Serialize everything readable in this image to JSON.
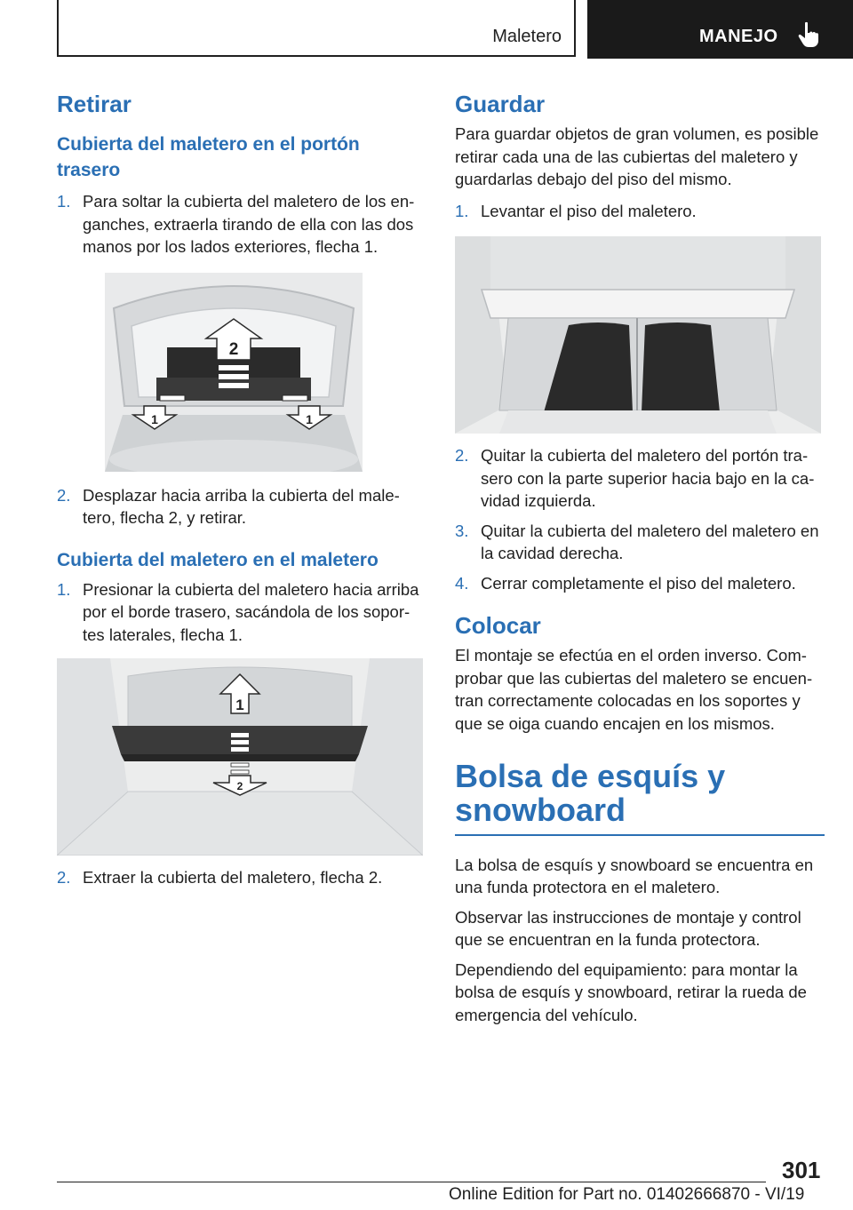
{
  "header": {
    "section": "Maletero",
    "chapter": "MANEJO",
    "icon": "hand-pointer-icon"
  },
  "left": {
    "h1": "Retirar",
    "sub1": "Cubierta del maletero en el portón trasero",
    "sub1_steps": [
      {
        "num": "1.",
        "text": "Para soltar la cubierta del maletero de los en­ganches, extraerla tirando de ella con las dos manos por los lados exteriores, flecha 1."
      },
      {
        "num": "2.",
        "text": "Desplazar hacia arriba la cubierta del male­tero, flecha 2, y retirar."
      }
    ],
    "fig1_labels": {
      "up": "2",
      "left": "1",
      "right": "1"
    },
    "sub2": "Cubierta del maletero en el maletero",
    "sub2_steps": [
      {
        "num": "1.",
        "text": "Presionar la cubierta del maletero hacia arriba por el borde trasero, sacándola de los sopor­tes laterales, flecha 1."
      },
      {
        "num": "2.",
        "text": "Extraer la cubierta del maletero, flecha 2."
      }
    ],
    "fig2_labels": {
      "up": "1",
      "down": "2"
    }
  },
  "right": {
    "h1a": "Guardar",
    "guardar_intro": "Para guardar objetos de gran volumen, es posi­ble retirar cada una de las cubiertas del maletero y guardarlas debajo del piso del mismo.",
    "guardar_steps_a": [
      {
        "num": "1.",
        "text": "Levantar el piso del maletero."
      }
    ],
    "guardar_steps_b": [
      {
        "num": "2.",
        "text": "Quitar la cubierta del maletero del portón tra­sero con la parte superior hacia bajo en la ca­vidad izquierda."
      },
      {
        "num": "3.",
        "text": "Quitar la cubierta del maletero del maletero en la cavidad derecha."
      },
      {
        "num": "4.",
        "text": "Cerrar completamente el piso del maletero."
      }
    ],
    "h1b": "Colocar",
    "colocar_text": "El montaje se efectúa en el orden inverso. Com­probar que las cubiertas del maletero se encuen­tran correctamente colocadas en los soportes y que se oiga cuando encajen en los mismos.",
    "big_title": "Bolsa de esquís y snowboard",
    "bolsa_paras": [
      "La bolsa de esquís y snowboard se encuentra en una funda protectora en el maletero.",
      "Observar las instrucciones de montaje y control que se encuentran en la funda protectora.",
      "Dependiendo del equipamiento: para montar la bolsa de esquís y snowboard, retirar la rueda de emergencia del vehículo."
    ]
  },
  "footer": {
    "page_number": "301",
    "edition": "Online Edition for Part no. 01402666870 - VI/19"
  },
  "colors": {
    "accent": "#2a6fb4",
    "dark": "#1a1a1a"
  }
}
